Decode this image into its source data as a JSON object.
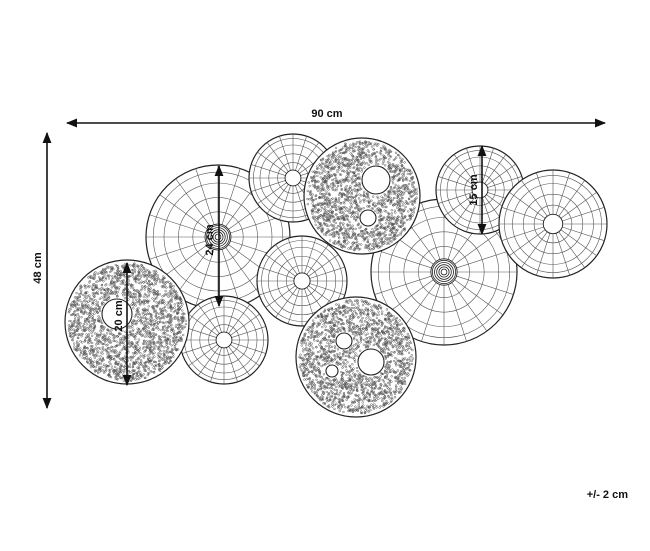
{
  "dimensions": {
    "width": "90 cm",
    "height": "48 cm",
    "large_radial_disc": "24 cm",
    "dotted_disc": "20 cm",
    "small_radial_disc": "15 cm"
  },
  "tolerance": "+/- 2 cm",
  "colors": {
    "line": "#222222",
    "pattern": "#555555",
    "background": "#ffffff"
  },
  "discs": [
    {
      "kind": "radial",
      "hub": "rings"
    },
    {
      "kind": "radial",
      "hub": "plain"
    },
    {
      "kind": "radial",
      "hub": "plain"
    },
    {
      "kind": "dotted",
      "holes": 2
    },
    {
      "kind": "radial",
      "hub": "rings"
    },
    {
      "kind": "radial",
      "hub": "plain"
    },
    {
      "kind": "radial",
      "hub": "plain"
    },
    {
      "kind": "dotted",
      "holes": 1
    },
    {
      "kind": "radial",
      "hub": "plain"
    },
    {
      "kind": "dotted",
      "holes": 3
    }
  ]
}
